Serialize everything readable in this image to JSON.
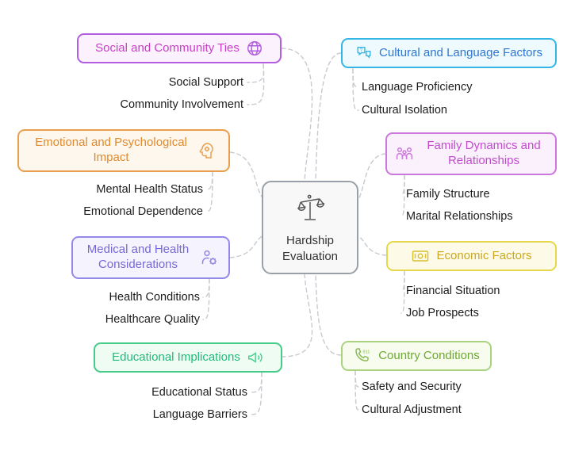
{
  "center": {
    "label": "Hardship Evaluation"
  },
  "branches": [
    {
      "label": "Social and Community Ties",
      "icon": "globe-icon",
      "color": "#b35de0",
      "children": [
        "Social Support",
        "Community Involvement"
      ]
    },
    {
      "label": "Cultural and Language Factors",
      "icon": "chat-question-icon",
      "color": "#33b5e5",
      "children": [
        "Language Proficiency",
        "Cultural Isolation"
      ]
    },
    {
      "label": "Emotional and Psychological Impact",
      "icon": "head-gear-icon",
      "color": "#e8a04f",
      "children": [
        "Mental Health Status",
        "Emotional Dependence"
      ]
    },
    {
      "label": "Family Dynamics and Relationships",
      "icon": "family-icon",
      "color": "#cc77dd",
      "children": [
        "Family Structure",
        "Marital Relationships"
      ]
    },
    {
      "label": "Medical and Health Considerations",
      "icon": "person-gear-icon",
      "color": "#9488e8",
      "children": [
        "Health Conditions",
        "Healthcare Quality"
      ]
    },
    {
      "label": "Economic Factors",
      "icon": "banknote-icon",
      "color": "#d8c030",
      "children": [
        "Financial Situation",
        "Job Prospects"
      ]
    },
    {
      "label": "Educational Implications",
      "icon": "megaphone-icon",
      "color": "#44cc88",
      "children": [
        "Educational Status",
        "Language Barriers"
      ]
    },
    {
      "label": "Country Conditions",
      "icon": "phone-911-icon",
      "color": "#88bb55",
      "children": [
        "Safety and Security",
        "Cultural Adjustment"
      ]
    }
  ]
}
